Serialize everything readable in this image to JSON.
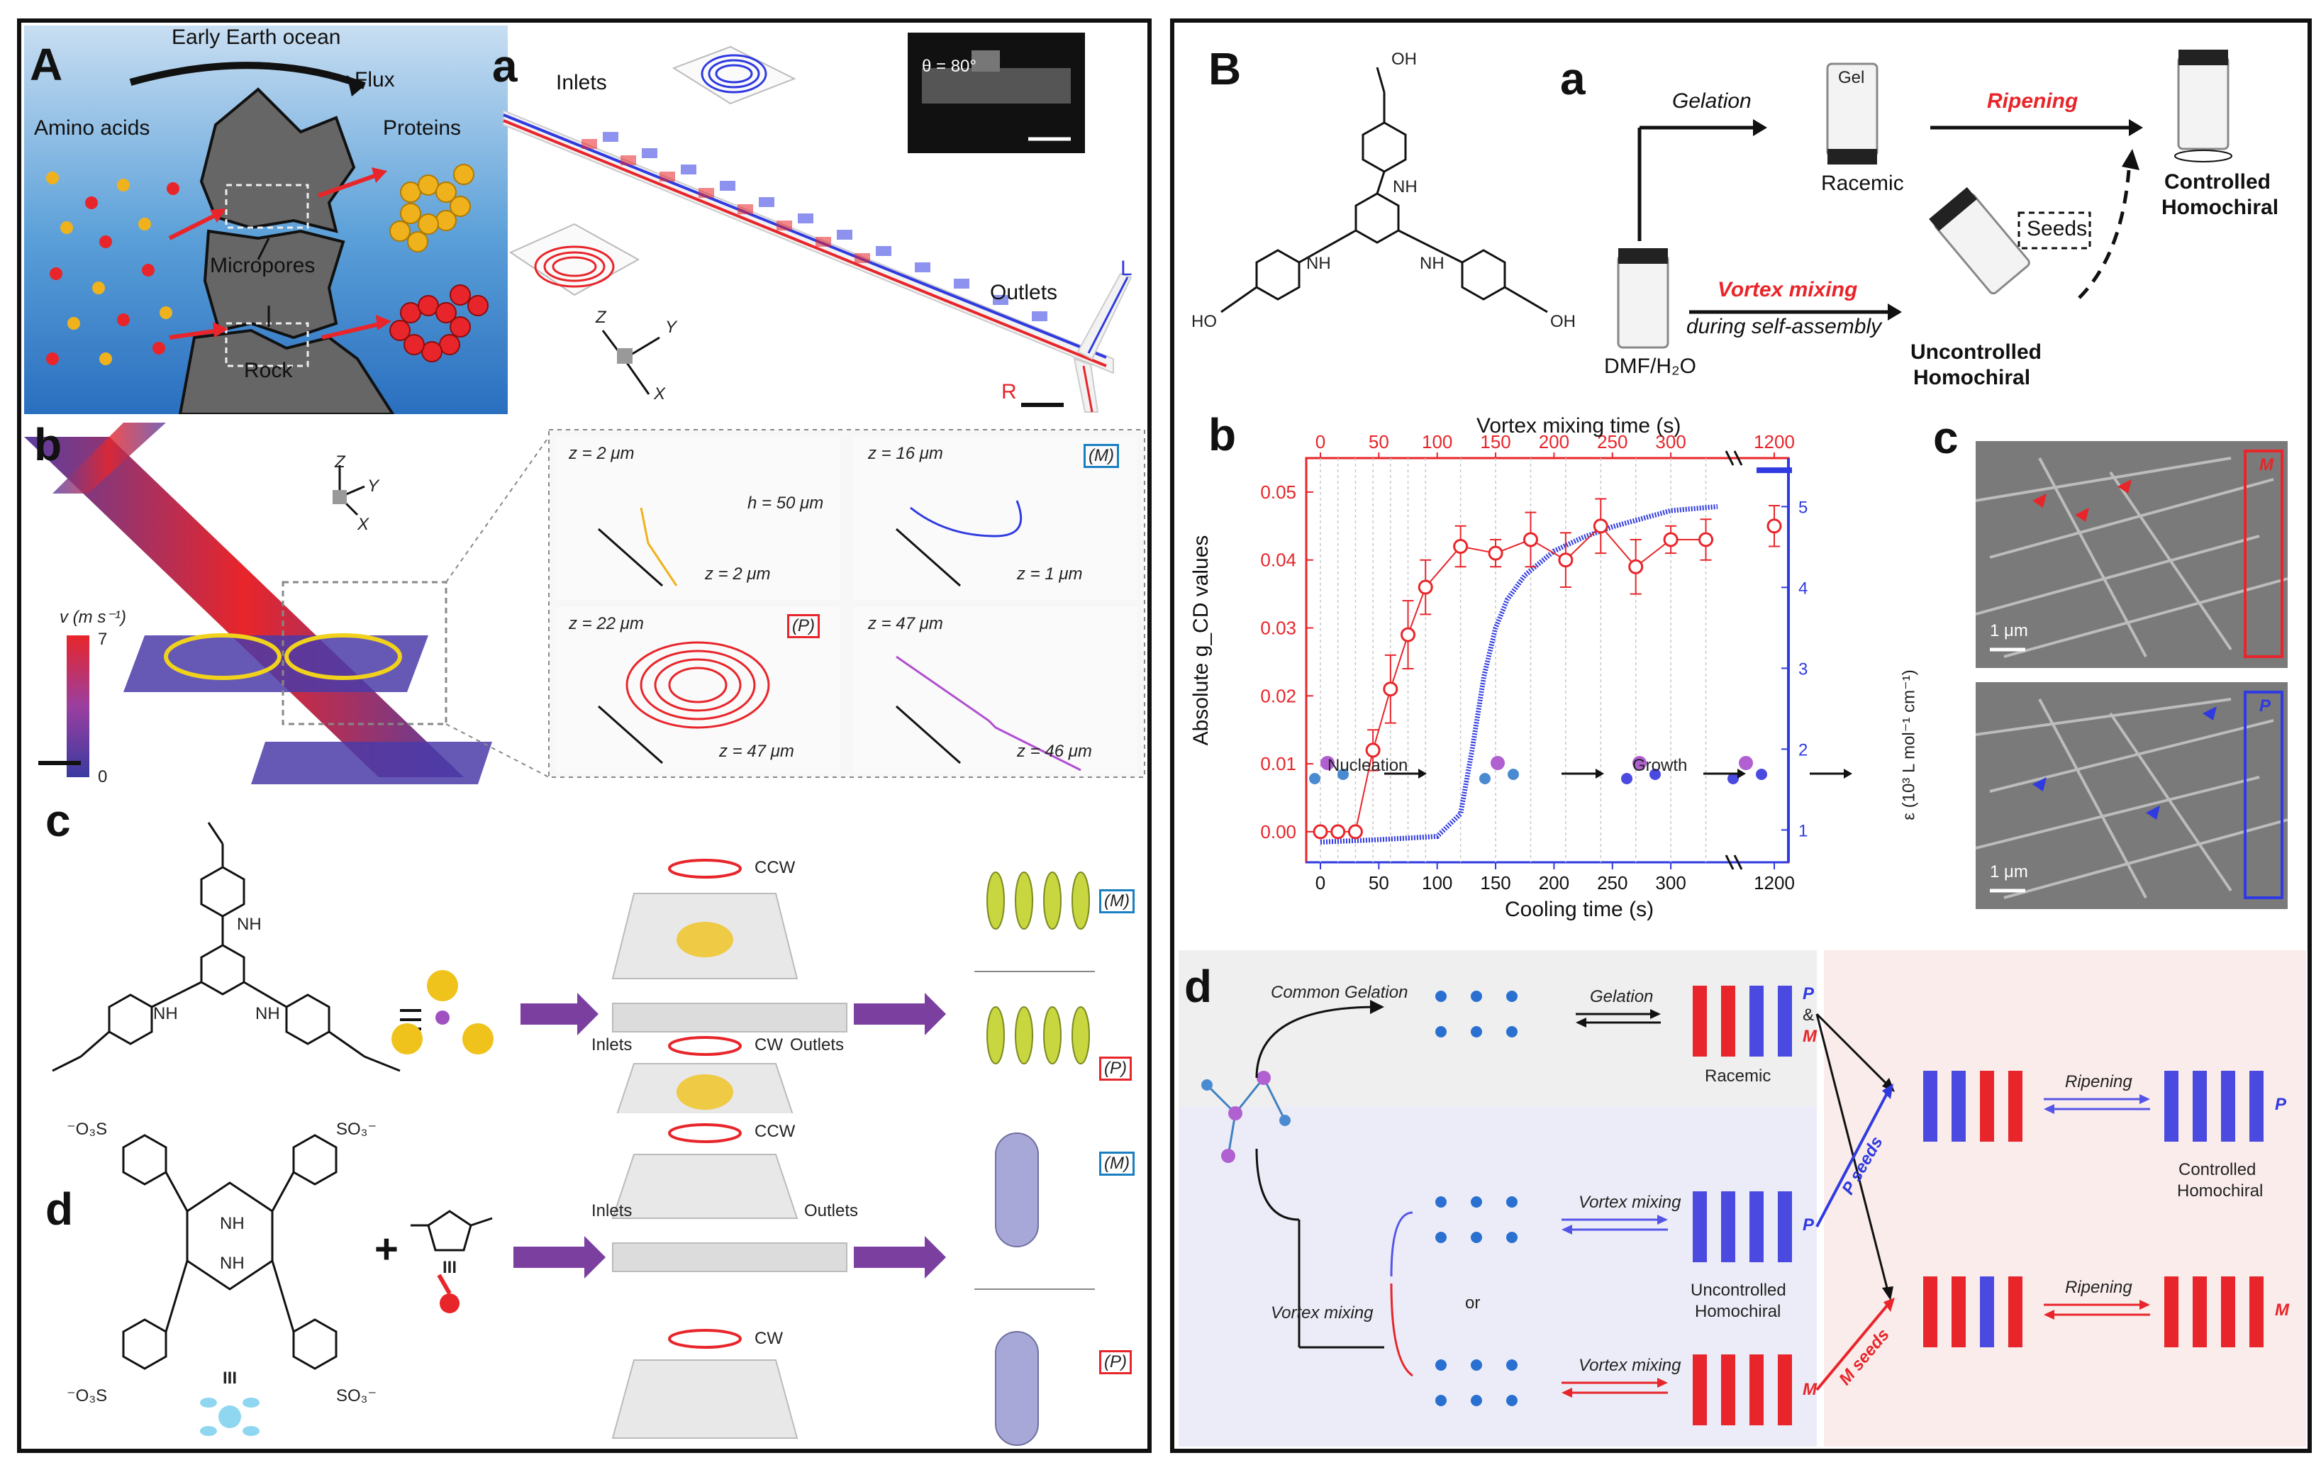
{
  "left_panel": {
    "A": {
      "label": "A",
      "ocean_title": "Early Earth ocean",
      "flux": "Flux",
      "amino_acids": "Amino acids",
      "proteins": "Proteins",
      "micropores": "Micropores",
      "rock": "Rock"
    },
    "a": {
      "label": "a",
      "inlets": "Inlets",
      "outlets": "Outlets",
      "theta": "θ = 80°",
      "axis_x": "X",
      "axis_y": "Y",
      "axis_z": "Z",
      "L": "L",
      "R": "R"
    },
    "b": {
      "label": "b",
      "axis_x": "X",
      "axis_y": "Y",
      "axis_z": "Z",
      "colorbar_title": "v (m s⁻¹)",
      "colorbar_max": "7",
      "colorbar_min": "0",
      "insets": [
        {
          "z_top": "z = 2 μm",
          "extra": "h = 50 μm",
          "z_bottom": "z = 2 μm",
          "tag": ""
        },
        {
          "z_top": "z = 16 μm",
          "extra": "",
          "z_bottom": "z = 1 μm",
          "tag": "(M)"
        },
        {
          "z_top": "z = 22 μm",
          "extra": "",
          "z_bottom": "z = 47 μm",
          "tag": "(P)"
        },
        {
          "z_top": "z = 47 μm",
          "extra": "",
          "z_bottom": "z = 46 μm",
          "tag": ""
        }
      ]
    },
    "c": {
      "label": "c",
      "equiv": "≡",
      "ccw": "CCW",
      "cw": "CW",
      "inlets": "Inlets",
      "outlets": "Outlets",
      "tag_m": "(M)",
      "tag_p": "(P)",
      "nh1": "NH",
      "nh2": "NH",
      "nh3": "NH"
    },
    "d": {
      "label": "d",
      "plus": "+",
      "porph_label": "III",
      "ion_label": "III",
      "ccw": "CCW",
      "cw": "CW",
      "inlets": "Inlets",
      "outlets": "Outlets",
      "tag_m": "(M)",
      "tag_p": "(P)",
      "so3_1": "⁻O₃S",
      "so3_2": "SO₃⁻",
      "so3_3": "⁻O₃S",
      "so3_4": "SO₃⁻",
      "nh_top": "NH",
      "nh_bottom": "NH"
    }
  },
  "right_panel": {
    "B": {
      "label": "B",
      "a_label": "a",
      "oh_top": "OH",
      "oh_left": "HO",
      "oh_right": "OH",
      "nh1": "NH",
      "nh2": "NH",
      "nh3": "NH",
      "gel": "Gel",
      "gelation": "Gelation",
      "ripening": "Ripening",
      "racemic": "Racemic",
      "controlled": "Controlled",
      "homochiral": "Homochiral",
      "seeds": "Seeds",
      "vortex_mixing": "Vortex mixing",
      "during": "during self-assembly",
      "dmf": "DMF/H₂O",
      "uncontrolled": "Uncontrolled",
      "homochiral2": "Homochiral"
    },
    "b": {
      "label": "b",
      "top_axis_title": "Vortex mixing time (s)",
      "top_ticks": [
        "0",
        "50",
        "100",
        "150",
        "200",
        "250",
        "300",
        "1200"
      ],
      "bottom_axis_title": "Cooling time (s)",
      "bottom_ticks": [
        "0",
        "50",
        "100",
        "150",
        "200",
        "250",
        "300",
        "1200"
      ],
      "left_axis_title": "Absolute g_CD values",
      "left_ticks": [
        "0.00",
        "0.01",
        "0.02",
        "0.03",
        "0.04",
        "0.05"
      ],
      "right_axis_title": "ε (10³ L mol⁻¹ cm⁻¹)",
      "right_ticks": [
        "1",
        "2",
        "3",
        "4",
        "5"
      ],
      "nucleation": "Nucleation",
      "growth": "Growth"
    },
    "c": {
      "label": "c",
      "scale1": "1 μm",
      "scale2": "1 μm",
      "M": "M",
      "P": "P"
    },
    "d": {
      "label": "d",
      "common_gelation": "Common Gelation",
      "gelation": "Gelation",
      "racemic": "Racemic",
      "P1": "P",
      "and": "&",
      "M1": "M",
      "vortex_mixing_up": "Vortex mixing",
      "vortex_mixing_down": "Vortex mixing",
      "vortex_mixing_left": "Vortex mixing",
      "or": "or",
      "uncontrolled": "Uncontrolled",
      "homochiral": "Homochiral",
      "P2": "P",
      "M2": "M",
      "p_seeds": "P seeds",
      "m_seeds": "M seeds",
      "ripening1": "Ripening",
      "ripening2": "Ripening",
      "controlled": "Controlled",
      "homochiral2": "Homochiral",
      "P3": "P",
      "M3": "M"
    }
  },
  "chart_data": {
    "type": "scatter",
    "title": "",
    "xlabel": "Cooling time (s)",
    "x2label": "Vortex mixing time (s)",
    "ylabel": "Absolute g_CD values",
    "y2label": "ε (10³ L mol⁻¹ cm⁻¹)",
    "ylim": [
      -0.0045,
      0.055
    ],
    "y2lim": [
      0.6,
      5.6
    ],
    "series": [
      {
        "name": "",
        "color": "#e8252a",
        "x": [
          0,
          15,
          30,
          45,
          60,
          75,
          90,
          120,
          150,
          180,
          210,
          240,
          270,
          300,
          330,
          1200
        ],
        "y": [
          0.0,
          0.0,
          0.0,
          0.012,
          0.021,
          0.029,
          0.036,
          0.042,
          0.041,
          0.043,
          0.04,
          0.045,
          0.039,
          0.043,
          0.043,
          0.045
        ],
        "err": [
          0,
          0,
          0,
          0.003,
          0.005,
          0.005,
          0.004,
          0.003,
          0.002,
          0.004,
          0.004,
          0.004,
          0.004,
          0.002,
          0.003,
          0.003
        ]
      },
      {
        "name": "",
        "color": "#2f3ae0",
        "x": [
          0,
          50,
          100,
          120,
          130,
          140,
          150,
          160,
          175,
          200,
          225,
          250,
          275,
          300,
          340,
          1200
        ],
        "y": [
          0.85,
          0.88,
          0.92,
          1.2,
          2.0,
          2.9,
          3.5,
          3.85,
          4.15,
          4.45,
          4.62,
          4.75,
          4.85,
          4.95,
          5.0,
          5.45
        ]
      }
    ]
  },
  "colors": {
    "red": "#e8252a",
    "blue": "#2f3ae0",
    "purple": "#7b3fa0",
    "box_blue": "#1a7fc1",
    "box_red": "#e8252a"
  }
}
